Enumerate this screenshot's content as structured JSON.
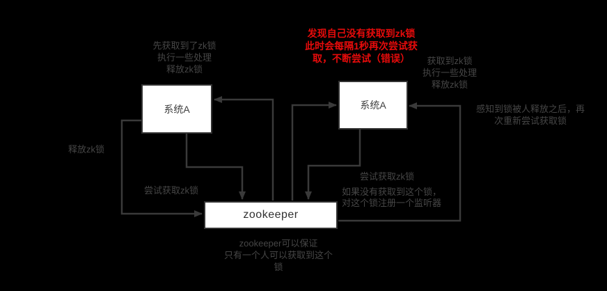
{
  "colors": {
    "background": "#000000",
    "connector": "#3a3a3a",
    "box_fill": "#ffffff",
    "box_border": "#333333",
    "box_text": "#3e3e3e",
    "note_text": "#464646",
    "error_text": "#e60b0b"
  },
  "nodes": [
    {
      "id": "system-a-left",
      "label": "系统A"
    },
    {
      "id": "system-a-right",
      "label": "系统A"
    },
    {
      "id": "zookeeper",
      "label": "zookeeper"
    }
  ],
  "notes": {
    "acquire_first": "先获取到了zk锁\n执行一些处理\n释放zk锁",
    "retry_error": "发现自己没有获取到zk锁\n此时会每隔1秒再次尝试获\n取，不断尝试（错误）",
    "acquire_after": "获取到zk锁\n执行一些处理\n释放zk锁",
    "sense_release": "感知到锁被人释放之后，再\n次重新尝试获取锁",
    "release_lock": "释放zk锁",
    "try_acquire_left": "尝试获取zk锁",
    "try_acquire_right": "尝试获取zk锁",
    "register_listener": "如果没有获取到这个锁，\n对这个锁注册一个监听器",
    "zookeeper_guarantee": "zookeeper可以保证\n只有一个人可以获取到这个\n锁"
  }
}
